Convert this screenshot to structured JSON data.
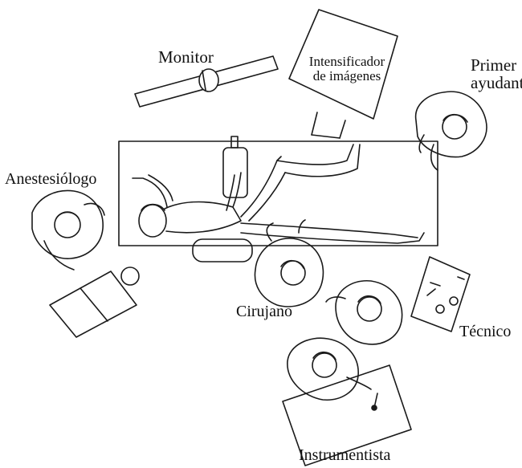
{
  "labels": {
    "monitor": "Monitor",
    "intensificador_line1": "Intensificador",
    "intensificador_line2": "de imágenes",
    "primer_line1": "Primer",
    "primer_line2": "ayudante",
    "anestesiologo": "Anestesiólogo",
    "cirujano": "Cirujano",
    "tecnico": "Técnico",
    "instrumentista": "Instrumentista"
  },
  "colors": {
    "ink": "#1a1a1a",
    "background": "#ffffff"
  }
}
